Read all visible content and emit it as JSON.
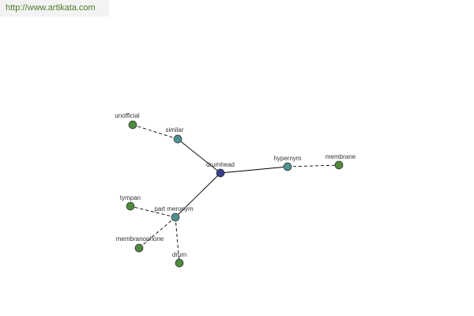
{
  "source_url": "http://www.artikata.com",
  "colors": {
    "banner_text": "#4c7a2c",
    "banner_bg": "#f3f3f3",
    "center_node": "#3a3f8a",
    "relation_node": "#4d9190",
    "leaf_node": "#4f8a3f",
    "node_stroke": "#2b2b2b",
    "edge": "#000000"
  },
  "graph": {
    "center": {
      "id": "drumhead",
      "label": "drumhead"
    },
    "relations": [
      {
        "id": "similar",
        "label": "similar",
        "leaves": [
          {
            "id": "unofficial",
            "label": "unofficial"
          }
        ]
      },
      {
        "id": "hypernym",
        "label": "hypernym",
        "leaves": [
          {
            "id": "membrane",
            "label": "membrane"
          }
        ]
      },
      {
        "id": "part-meronym",
        "label": "part meronym",
        "leaves": [
          {
            "id": "tympan",
            "label": "tympan"
          },
          {
            "id": "membranophone",
            "label": "membranophone"
          },
          {
            "id": "drum",
            "label": "drum"
          }
        ]
      }
    ]
  }
}
